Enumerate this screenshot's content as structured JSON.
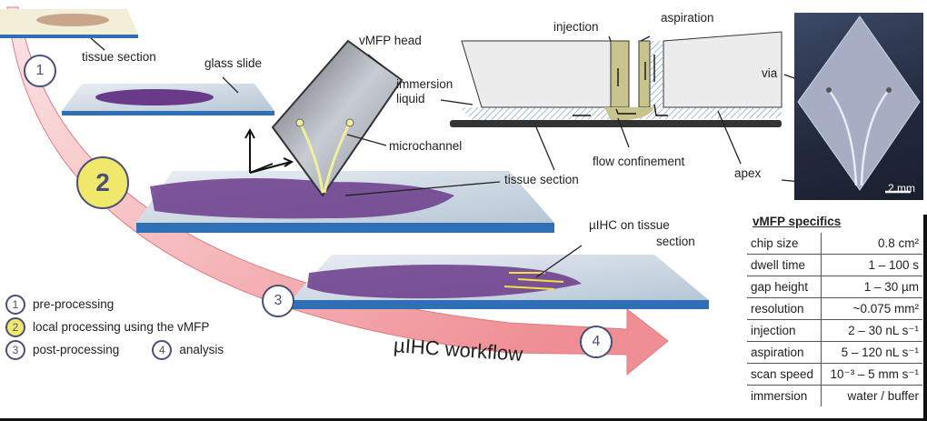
{
  "labels": {
    "tissue_section_top": "tissue section",
    "glass_slide": "glass slide",
    "vmfp_head": "vMFP head",
    "microchannel": "microchannel",
    "tissue_section_mid": "tissue section",
    "immersion_liquid_1": "immersion",
    "immersion_liquid_2": "liquid",
    "injection": "injection",
    "aspiration": "aspiration",
    "flow_confinement": "flow confinement",
    "apex": "apex",
    "via": "via",
    "scale_bar": "2 mm",
    "uihc_1": "µIHC on tissue",
    "uihc_2": "section",
    "workflow": "µIHC workflow"
  },
  "steps": [
    {
      "num": "1",
      "label": "pre-processing"
    },
    {
      "num": "2",
      "label": "local processing using the vMFP"
    },
    {
      "num": "3",
      "label": "post-processing"
    },
    {
      "num": "4",
      "label": "analysis"
    }
  ],
  "specs": {
    "title": "vMFP specifics",
    "rows": [
      {
        "name": "chip size",
        "value": "0.8 cm²"
      },
      {
        "name": "dwell time",
        "value": "1 – 100 s"
      },
      {
        "name": "gap height",
        "value": "1 – 30 µm"
      },
      {
        "name": "resolution",
        "value": "~0.075 mm²"
      },
      {
        "name": "injection",
        "value": "2 – 30 nL s⁻¹"
      },
      {
        "name": "aspiration",
        "value": "5 – 120 nL s⁻¹"
      },
      {
        "name": "scan speed",
        "value": "10⁻³ – 5 mm s⁻¹"
      },
      {
        "name": "immersion",
        "value": "water / buffer"
      }
    ]
  },
  "colors": {
    "arrow": "#f2a0a4",
    "step2": "#f0e86a",
    "slide_edge": "#2f6fb5",
    "tissue": "#6a3a8a",
    "channel": "#c9c48e"
  }
}
